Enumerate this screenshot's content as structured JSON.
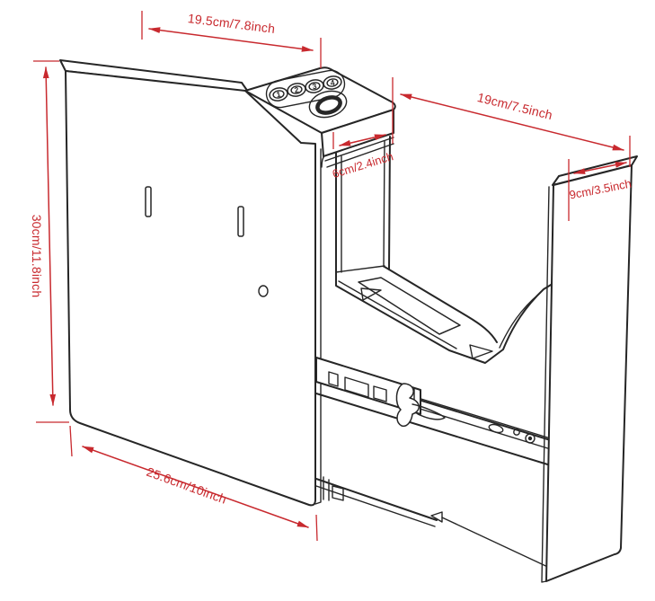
{
  "diagram": {
    "type": "product-dimension-line-drawing",
    "subject": "slide-out handgun safe with keypad, drawer rail and mounting panel",
    "colors": {
      "line": "#262626",
      "dimension": "#c8292e",
      "background": "#ffffff"
    },
    "dims": {
      "top_width": {
        "label": "19.5cm/7.8inch"
      },
      "depth": {
        "label": "19cm/7.5inch"
      },
      "bracket_width": {
        "label": "6cm/2.4inch"
      },
      "panel_width": {
        "label": "9cm/3.5inch"
      },
      "height": {
        "label": "30cm/11.8inch"
      },
      "body_length": {
        "label": "25.6cm/10inch"
      }
    },
    "keypad": {
      "buttons": [
        "1",
        "2",
        "3",
        "4"
      ]
    }
  }
}
